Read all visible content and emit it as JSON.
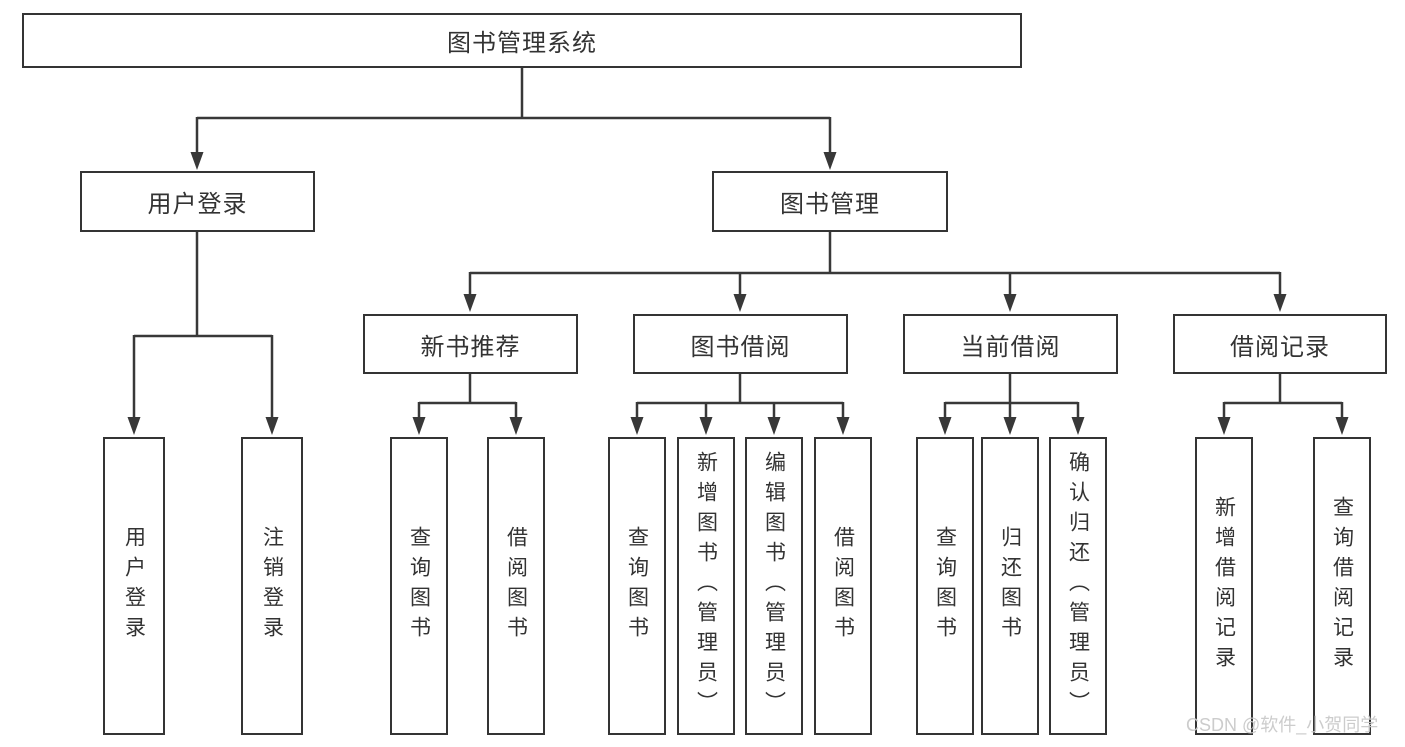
{
  "tree": {
    "label": "图书管理系统",
    "children": [
      {
        "label": "用户登录",
        "children": [
          {
            "label": "用户登录"
          },
          {
            "label": "注销登录"
          }
        ]
      },
      {
        "label": "图书管理",
        "children": [
          {
            "label": "新书推荐",
            "children": [
              {
                "label": "查询图书"
              },
              {
                "label": "借阅图书"
              }
            ]
          },
          {
            "label": "图书借阅",
            "children": [
              {
                "label": "查询图书"
              },
              {
                "label": "新增图书（管理员）"
              },
              {
                "label": "编辑图书（管理员）"
              },
              {
                "label": "借阅图书"
              }
            ]
          },
          {
            "label": "当前借阅",
            "children": [
              {
                "label": "查询图书"
              },
              {
                "label": "归还图书"
              },
              {
                "label": "确认归还（管理员）"
              }
            ]
          },
          {
            "label": "借阅记录",
            "children": [
              {
                "label": "新增借阅记录"
              },
              {
                "label": "查询借阅记录"
              }
            ]
          }
        ]
      }
    ]
  },
  "watermark": {
    "text": "CSDN @软件_小贺同学"
  },
  "colors": {
    "background": "#ffffff",
    "box_border": "#343434",
    "connector_line": "#383838",
    "text": "#333333",
    "watermark": "#c9c9c9"
  }
}
